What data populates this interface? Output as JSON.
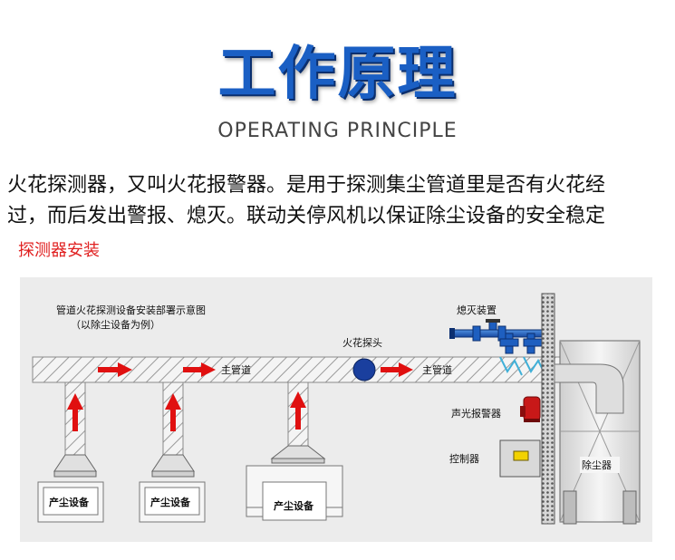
{
  "header": {
    "title_cn": "工作原理",
    "title_en": "OPERATING PRINCIPLE"
  },
  "description": {
    "line1": "火花探测器，又叫火花报警器。是用于探测集尘管道里是否有火花经",
    "line2": "过，而后发出警报、熄灭。联动关停风机以保证除尘设备的安全稳定"
  },
  "section_heading": "探测器安装",
  "diagram": {
    "caption_line1": "管道火花探测设备安装部署示意图",
    "caption_line2": "（以除尘设备为例）",
    "main_pipe_label_1": "主管道",
    "main_pipe_label_2": "主管道",
    "spark_probe_label": "火花探头",
    "extinguisher_label": "熄灭装置",
    "alarm_label": "声光报警器",
    "controller_label": "控制器",
    "dust_collector_label": "除尘器",
    "equipment_1": "产尘设备",
    "equipment_2": "产尘设备",
    "equipment_3": "产尘设备",
    "colors": {
      "arrow": "#e01010",
      "probe": "#1a3f9e",
      "extinguisher": "#1e5fc0",
      "alarm": "#c81818",
      "title_blue": "#1a5fc4"
    }
  }
}
